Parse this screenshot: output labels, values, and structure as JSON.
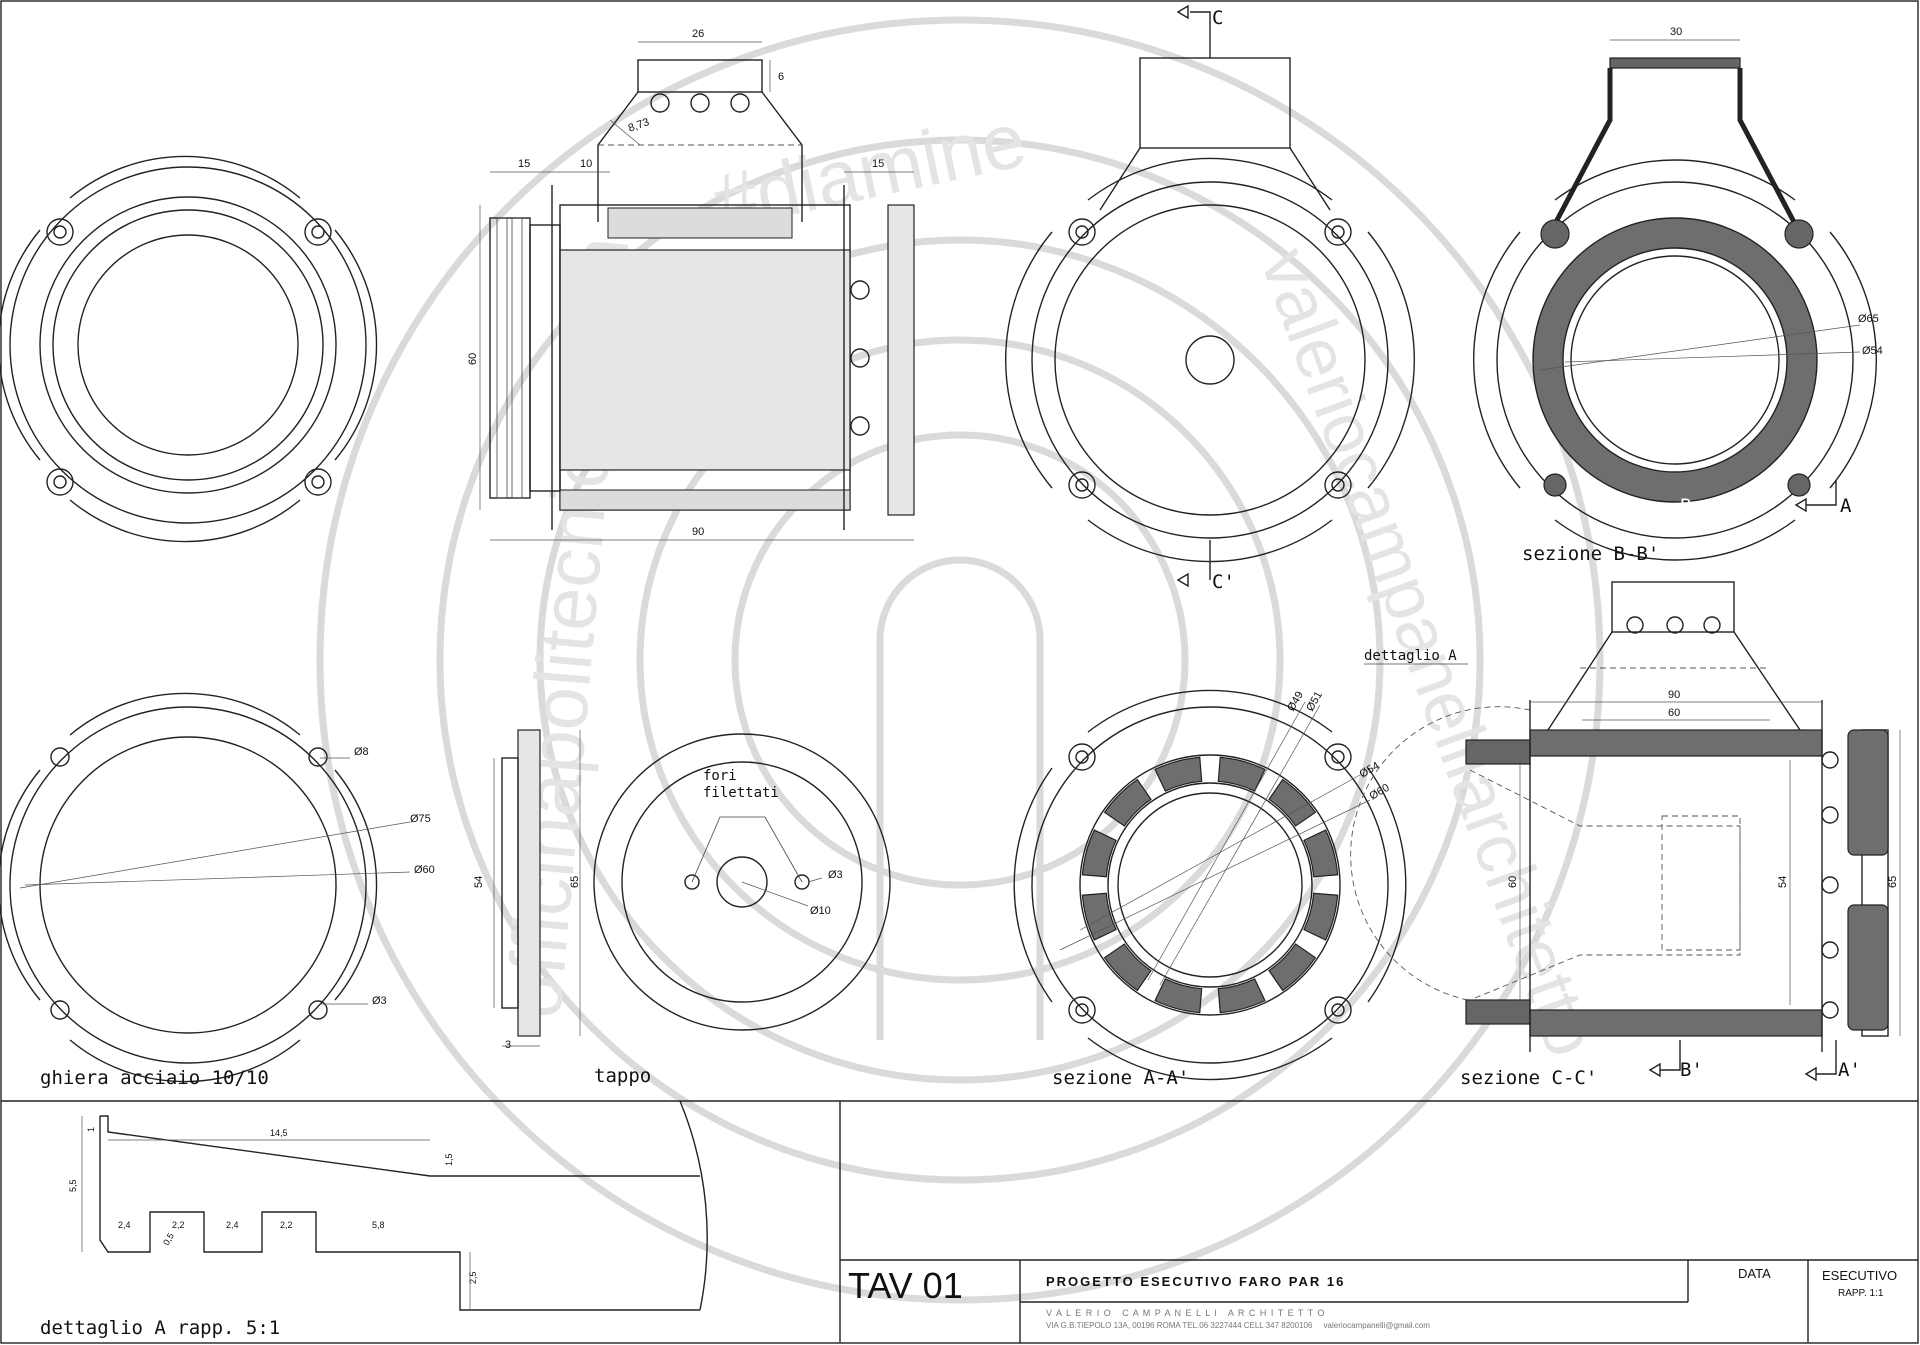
{
  "sheet": {
    "view_labels": {
      "ghiera": "ghiera acciaio 10/10",
      "tappo": "tappo",
      "sezione_aa": "sezione A-A'",
      "sezione_bb": "sezione B-B'",
      "sezione_cc": "sezione C-C'",
      "dettaglio_a_tag": "dettaglio A",
      "dettaglio_a_title": "dettaglio A rapp. 5:1",
      "fori_1": "fori",
      "fori_2": "filettati"
    },
    "section_markers": {
      "c_top": "C",
      "c_bottom": "C'",
      "a_right": "A",
      "b_inner": "B",
      "b_prime": "B'",
      "a_prime": "A'"
    },
    "dimensions": {
      "d26": "26",
      "d6": "6",
      "d873": "8,73",
      "d15a": "15",
      "d10": "10",
      "d15b": "15",
      "d60_side": "60",
      "d90_side": "90",
      "d30": "30",
      "d65_bb": "Ø65",
      "d54_bb": "Ø54",
      "d8": "Ø8",
      "d75": "Ø75",
      "d60_gh": "Ø60",
      "d3_gh": "Ø3",
      "d54_tp": "54",
      "d3_tp": "3",
      "d65_tp": "65",
      "d3_hole": "Ø3",
      "d10_hole": "Ø10",
      "d49": "Ø49",
      "d51": "Ø51",
      "d54_aa": "Ø54",
      "d60_aa": "Ø60",
      "d90_cc": "90",
      "d60_cc_top": "60",
      "d60_cc_left": "60",
      "d54_cc": "54",
      "d65_cc": "65",
      "det_145": "14,5",
      "det_1": "1",
      "det_15": "1,5",
      "det_55": "5,5",
      "det_24a": "2,4",
      "det_22a": "2,2",
      "det_24b": "2,4",
      "det_22b": "2,2",
      "det_58": "5,8",
      "det_05": "0,5",
      "det_25": "2,5"
    },
    "watermark": {
      "url_text": "officinapolitecnica.com",
      "tag_text": "#diamine",
      "name_text": "valeriocampanelliarchitetto"
    }
  },
  "title_block": {
    "tav": "TAV 01",
    "project": "PROGETTO ESECUTIVO FARO PAR 16",
    "data_label": "DATA",
    "stage": "ESECUTIVO",
    "scale": "RAPP. 1:1",
    "author": "V A L E R I O   C A M P A N E L L I   A R C H I T E T T O",
    "address": "VIA G.B.TIEPOLO 13A, 00196 ROMA TEL.06 3227444 CELL 347 8200106     valeriocampanelli@gmail.com"
  }
}
